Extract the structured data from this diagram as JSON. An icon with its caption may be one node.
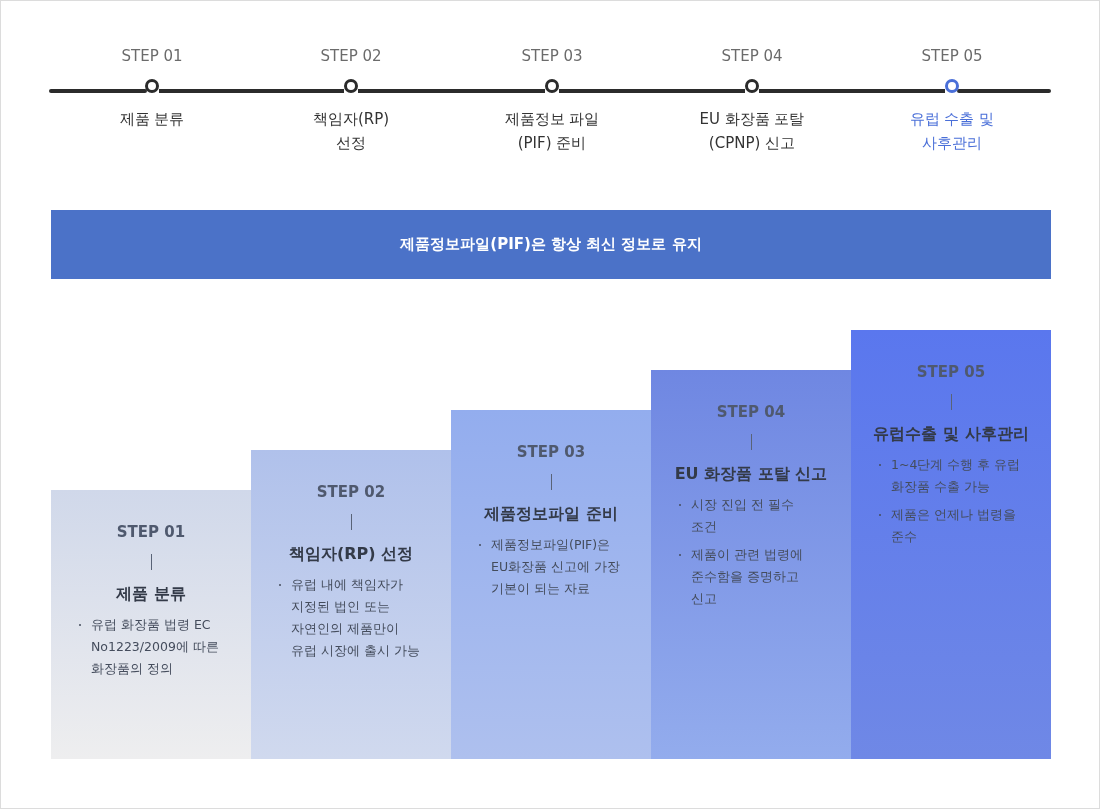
{
  "diagram": {
    "nodes": [
      {
        "text": [
          "STEP 01",
          "제품 분류"
        ]
      },
      {
        "text": [
          "STEP 02",
          "책임자(RP) 선정"
        ]
      },
      {
        "text": [
          "STEP 03",
          "제품정보 파일(PIF) 준비"
        ]
      },
      {
        "text": [
          "STEP 04",
          "EU 화장품 포탈(CPNP) 신고"
        ]
      },
      {
        "text": [
          "STEP 05",
          "유럽 수출 및 사후관리"
        ]
      },
      {
        "text": [
          "제품정보파일(PIF)은 항상 최신 정보로 유지"
        ]
      },
      {
        "text": [
          "STEP 01",
          "제품 분류",
          "유럽 화장품 법령 EC No1223/2009에 따른 화장품의 정의"
        ]
      },
      {
        "text": [
          "STEP 02",
          "책임자(RP) 선정",
          "유럽 내에 책임자가 지정된 법인 또는 자연인의 제품만이 유럽 시장에 출시 가능"
        ]
      },
      {
        "text": [
          "STEP 03",
          "제품정보파일 준비",
          "제품정보파일(PIF)은 EU화장품 신고에 가장 기본이 되는 자료"
        ]
      },
      {
        "text": [
          "STEP 04",
          "EU 화장품 포탈 신고",
          "시장 진입 전 필수 조건",
          "제품이 관련 법령에 준수함을 증명하고 신고"
        ]
      },
      {
        "text": [
          "STEP 05",
          "유럽수출 및 사후관리",
          "1~4단계 수행 후 유럽 화장품 수출 가능",
          "제품은 언제나 법령을 준수"
        ]
      }
    ],
    "edges": [
      {
        "from": 0,
        "to": 1,
        "arrow": "none"
      },
      {
        "from": 1,
        "to": 2,
        "arrow": "none"
      },
      {
        "from": 2,
        "to": 3,
        "arrow": "none"
      },
      {
        "from": 3,
        "to": 4,
        "arrow": "none"
      }
    ]
  }
}
